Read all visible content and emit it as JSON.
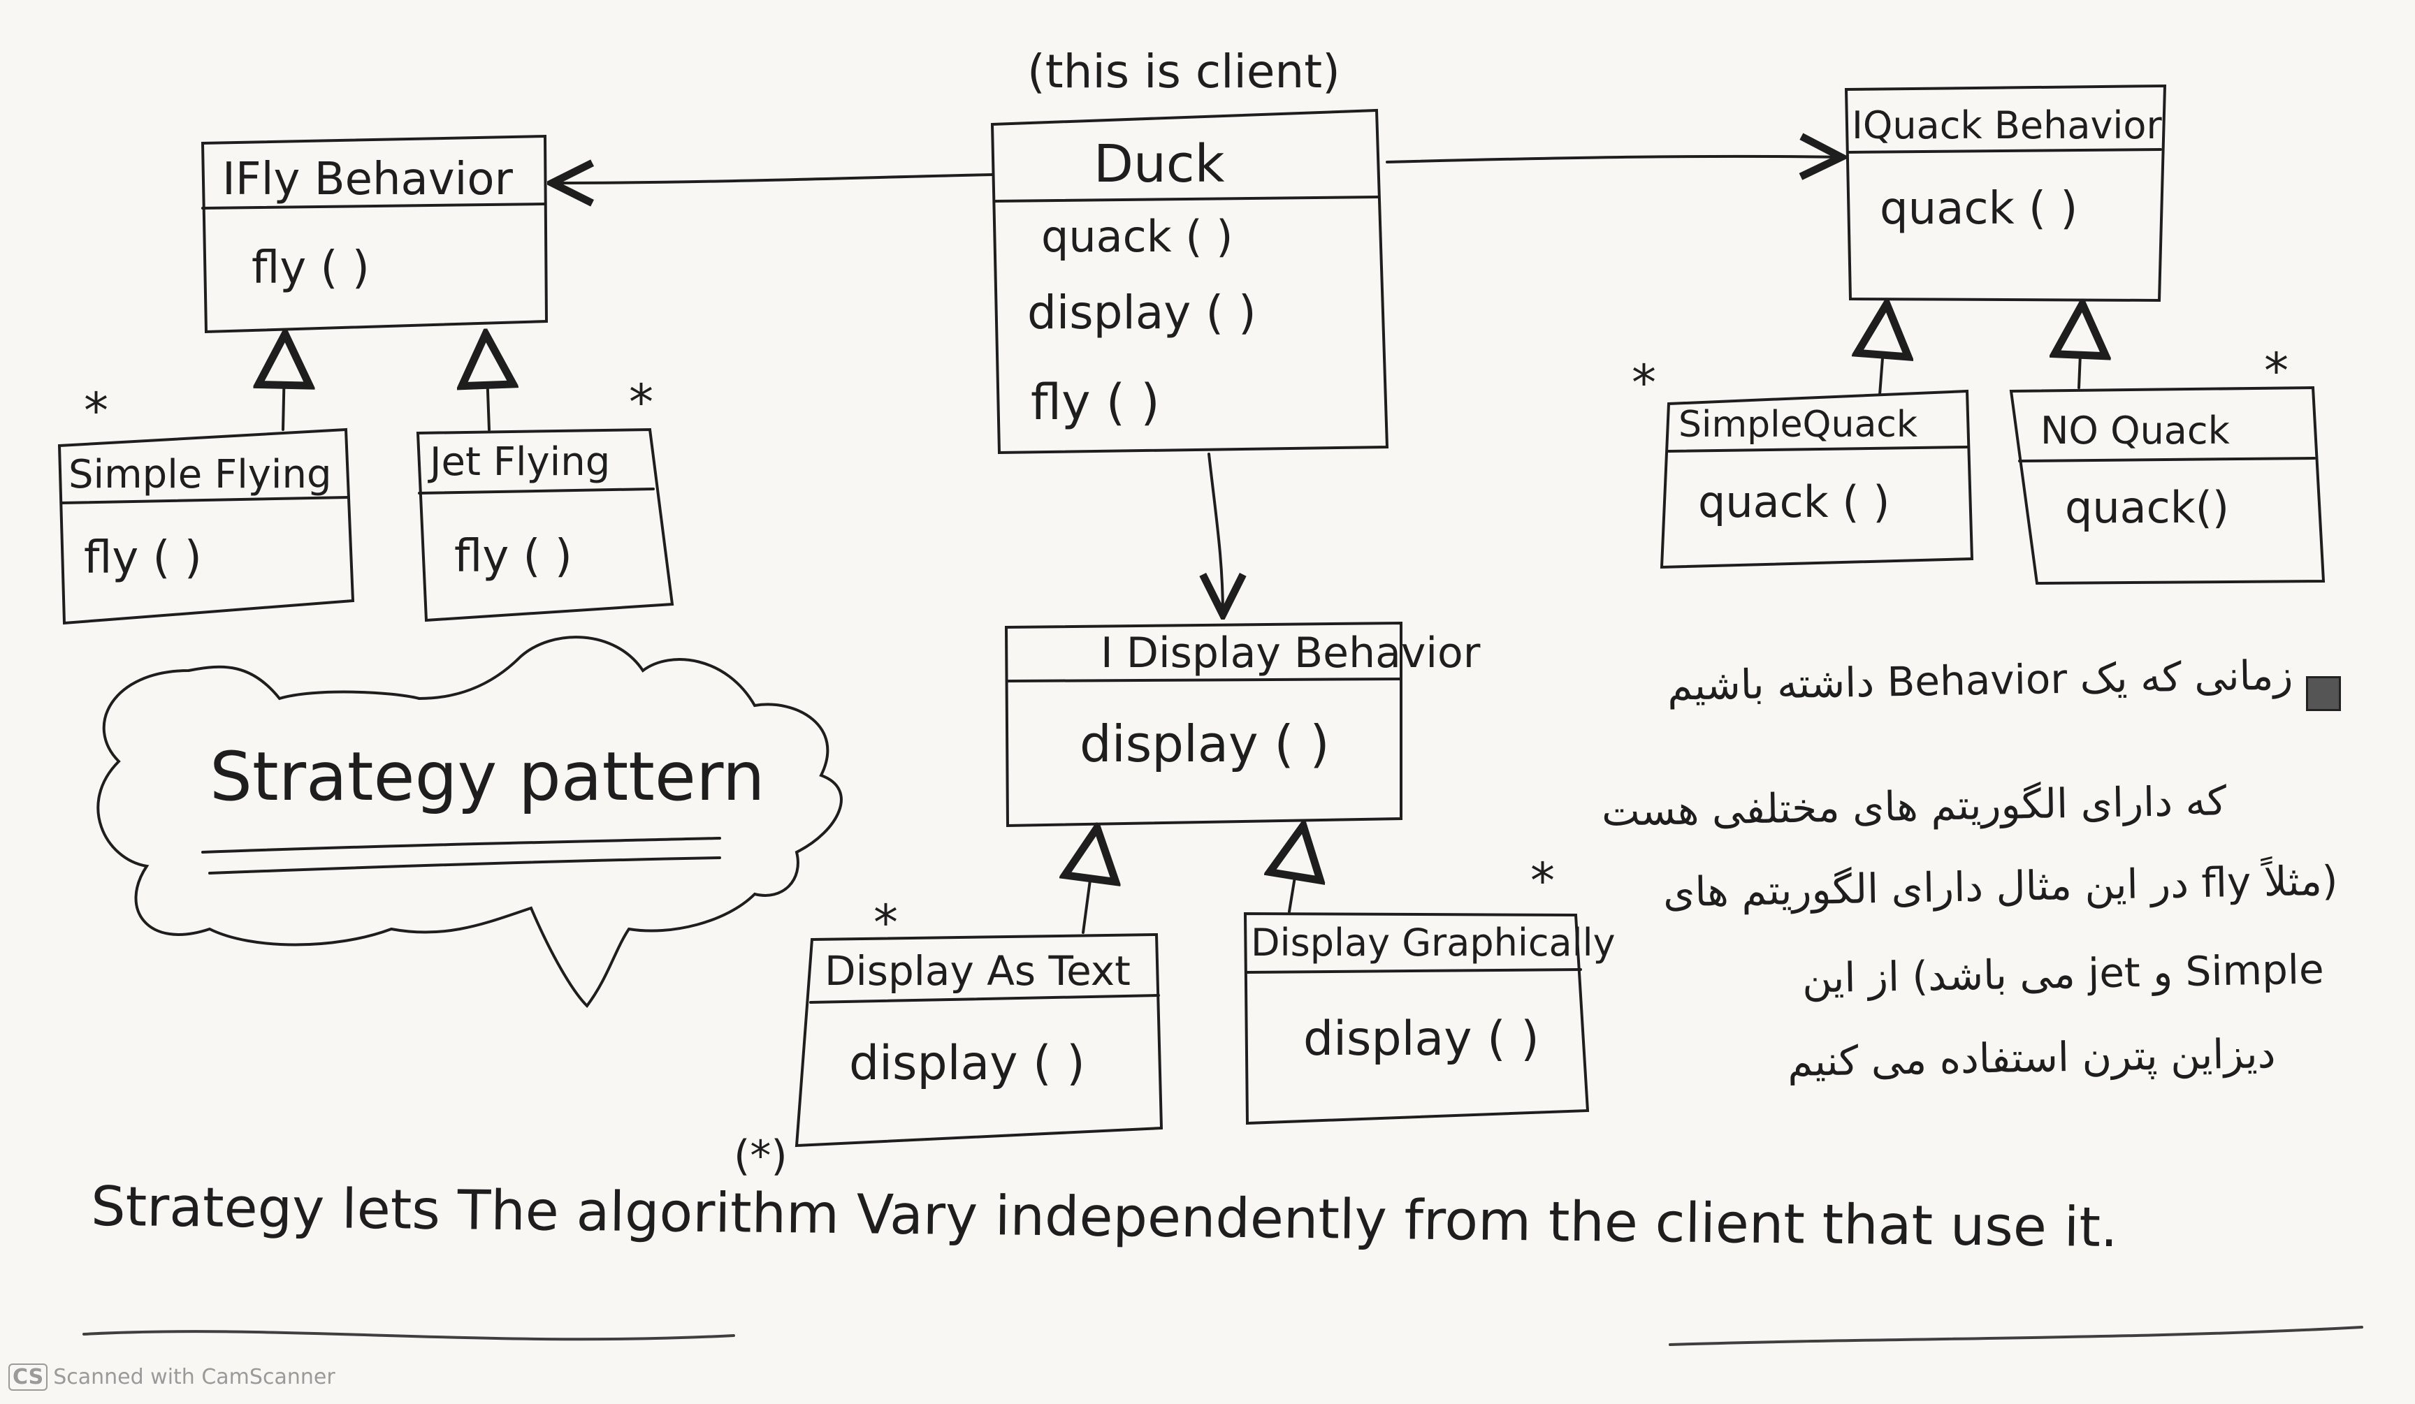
{
  "client_note": "(this is client)",
  "classes": {
    "duck": {
      "name": "Duck",
      "methods": [
        "quack ( )",
        "display ( )",
        "fly ( )"
      ]
    },
    "ifly": {
      "name": "IFly Behavior",
      "methods": [
        "fly ( )"
      ]
    },
    "simple_flying": {
      "name": "Simple Flying",
      "methods": [
        "fly ( )"
      ]
    },
    "jet_flying": {
      "name": "Jet Flying",
      "methods": [
        "fly ( )"
      ]
    },
    "iquack": {
      "name": "IQuack Behavior",
      "methods": [
        "quack ( )"
      ]
    },
    "simple_quack": {
      "name": "SimpleQuack",
      "methods": [
        "quack ( )"
      ]
    },
    "no_quack": {
      "name": "NO Quack",
      "methods": [
        "quack()"
      ]
    },
    "idisplay": {
      "name": "I Display Behavior",
      "methods": [
        "display ( )"
      ]
    },
    "display_as_text": {
      "name": "Display As Text",
      "methods": [
        "display ( )"
      ]
    },
    "display_graphically": {
      "name": "Display Graphically",
      "methods": [
        "display ( )"
      ]
    }
  },
  "marker": "*",
  "cloud_label": "Strategy pattern",
  "persian_note": [
    "زمانی که یک Behavior داشته باشیم",
    "که دارای الگوریتم های مختلفی هست",
    "(مثلاً fly در این مثال دارای الگوریتم های",
    "Simple و jet می باشد) از این",
    "دیزاین پترن استفاده می کنیم"
  ],
  "summary_marker": "(*)",
  "summary": "Strategy lets The algorithm Vary independently from the client that use it.",
  "watermark": {
    "badge": "CS",
    "text": "Scanned with CamScanner"
  }
}
